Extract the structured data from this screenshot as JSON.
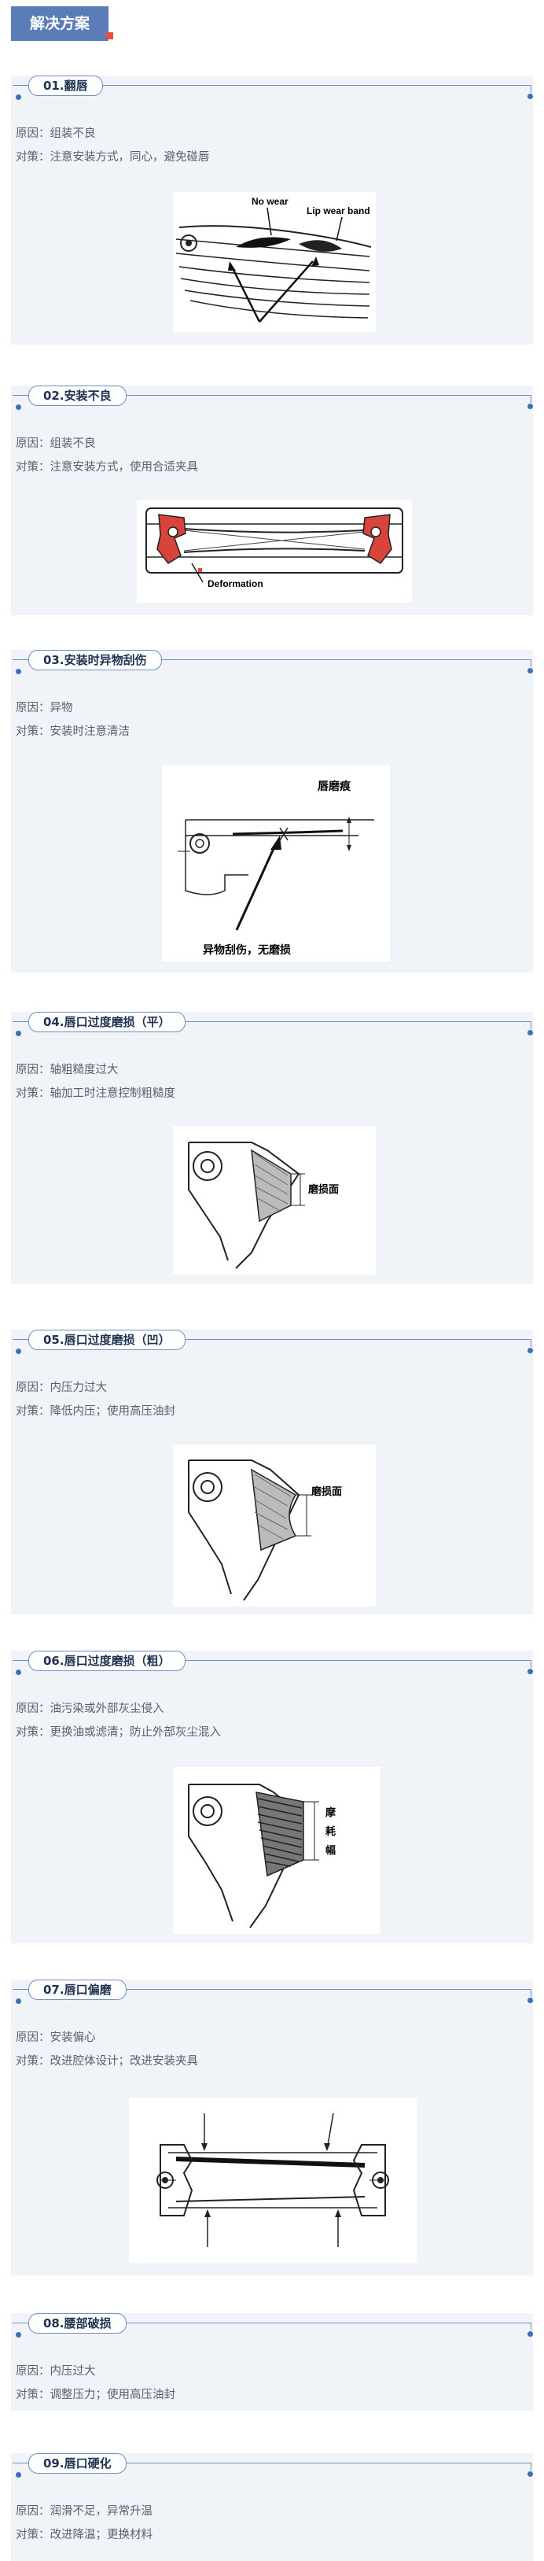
{
  "header": {
    "title": "解决方案"
  },
  "sections": [
    {
      "title": "01.翻唇",
      "cause": "原因：组装不良",
      "measure": "对策：注意安装方式，同心，避免碰唇",
      "figure": {
        "labels": [
          "No wear",
          "Lip wear band"
        ]
      }
    },
    {
      "title": "02.安装不良",
      "cause": "原因：组装不良",
      "measure": "对策：注意安装方式，使用合适夹具",
      "figure": {
        "labels": [
          "Deformation"
        ]
      }
    },
    {
      "title": "03.安装时异物刮伤",
      "cause": "原因：异物",
      "measure": "对策：安装时注意清洁",
      "figure": {
        "labels": [
          "唇磨痕",
          "异物刮伤，无磨损"
        ]
      }
    },
    {
      "title": "04.唇口过度磨损（平）",
      "cause": "原因：轴粗糙度过大",
      "measure": "对策：轴加工时注意控制粗糙度",
      "figure": {
        "labels": [
          "磨损面"
        ]
      }
    },
    {
      "title": "05.唇口过度磨损（凹）",
      "cause": "原因：内压力过大",
      "measure": "对策：降低内压；使用高压油封",
      "figure": {
        "labels": [
          "磨损面"
        ]
      }
    },
    {
      "title": "06.唇口过度磨损（粗）",
      "cause": "原因：油污染或外部灰尘侵入",
      "measure": "对策：更换油或滤清；防止外部灰尘混入",
      "figure": {
        "labels": [
          "摩",
          "耗",
          "幅"
        ]
      }
    },
    {
      "title": "07.唇口偏磨",
      "cause": "原因：安装偏心",
      "measure": "对策：改进腔体设计；改进安装夹具",
      "figure": {
        "labels": []
      }
    },
    {
      "title": "08.腰部破损",
      "cause": "原因：内压过大",
      "measure": "对策：调整压力；使用高压油封",
      "figure": null
    },
    {
      "title": "09.唇口硬化",
      "cause": "原因：润滑不足，异常升温",
      "measure": "对策：改进降温；更换材料",
      "figure": null
    }
  ],
  "colors": {
    "header_bg": "#5a7db8",
    "accent_red": "#e84c3d",
    "card_bg": "#f0f4f9",
    "title_border": "#6d8fc6",
    "seal_red": "#d8433a"
  }
}
